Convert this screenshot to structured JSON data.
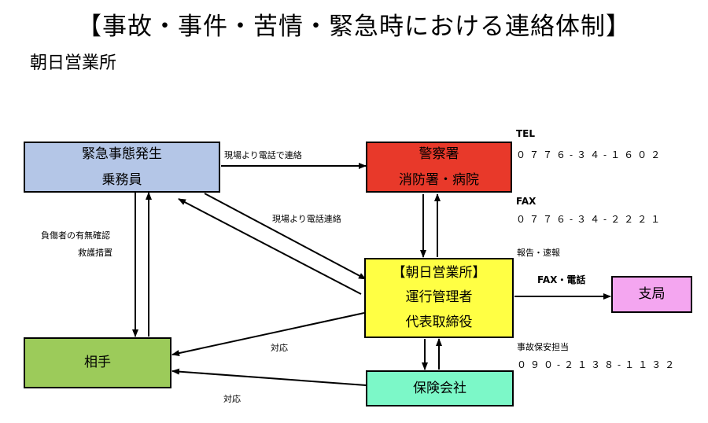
{
  "header": {
    "title": "【事故・事件・苦情・緊急時における連絡体制】",
    "subtitle": "朝日営業所"
  },
  "nodes": {
    "emergency": {
      "line1": "緊急事態発生",
      "line2": "乗務員",
      "color": "#b4c6e7"
    },
    "police": {
      "line1": "警察署",
      "line2": "消防署・病院",
      "color": "#e8392a"
    },
    "office": {
      "line1": "【朝日営業所】",
      "line2": "運行管理者",
      "line3": "代表取締役",
      "color": "#ffff44"
    },
    "branch": {
      "line1": "支局",
      "color": "#f4a6f0"
    },
    "other_party": {
      "line1": "相手",
      "color": "#9ccb5a"
    },
    "insurance": {
      "line1": "保険会社",
      "color": "#7cf8c8"
    }
  },
  "labels": {
    "emergency_to_police": "現場より電話で連絡",
    "emergency_to_office": "現場より電話連絡",
    "injury_check": "負傷者の有無確認",
    "rescue": "救護措置",
    "office_to_party": "対応",
    "insurance_to_party": "対応",
    "report": "報告・速報",
    "fax_phone": "FAX・電話"
  },
  "contacts": {
    "tel_label": "TEL",
    "tel_number": "０７７６-３４-１６０２",
    "fax_label": "FAX",
    "fax_number": "０７７６-３４-２２２１",
    "accident_label": "事故保安担当",
    "accident_number": "０９０-２１３８-１１３２"
  }
}
